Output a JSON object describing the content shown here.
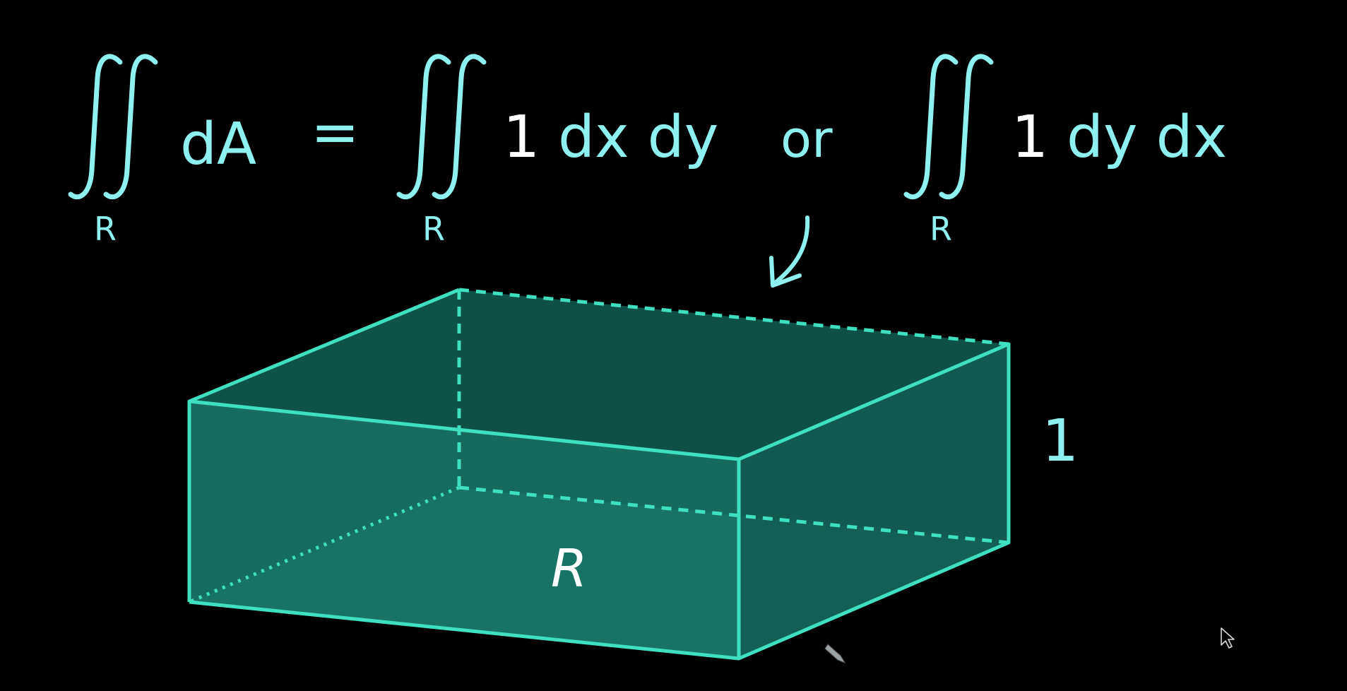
{
  "equation": {
    "lhs_integrand": "dA",
    "lhs_region": "R",
    "equals": "=",
    "term1_one": "1",
    "term1_differentials": "dx dy",
    "term1_region": "R",
    "connector": "or",
    "term2_one": "1",
    "term2_differentials": "dy dx",
    "term2_region": "R"
  },
  "diagram": {
    "base_region_label": "R",
    "height_label": "1"
  },
  "colors": {
    "background": "#000000",
    "handwriting": "#8ff0f0",
    "box_edge": "#3ee0c0",
    "box_fill": "#1a7a6a"
  },
  "icons": [
    "arrow-cursor-icon",
    "pen-cursor-icon",
    "down-left-arrow-icon"
  ]
}
